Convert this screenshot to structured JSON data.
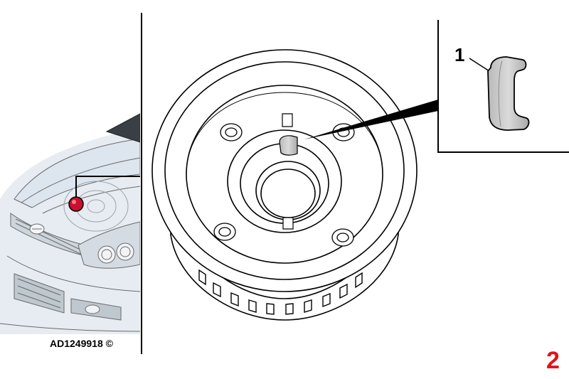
{
  "figure": {
    "reference_code": "AD1249918 ©",
    "callout_number": "1",
    "step_number": "2"
  },
  "colors": {
    "step_number": "#e3121b",
    "marker": "#c8102e",
    "part_fill": "#c9c9c9"
  },
  "icons": {
    "car": "car-front-icon",
    "pulley": "pulley-icon",
    "key": "woodruff-key-icon"
  }
}
